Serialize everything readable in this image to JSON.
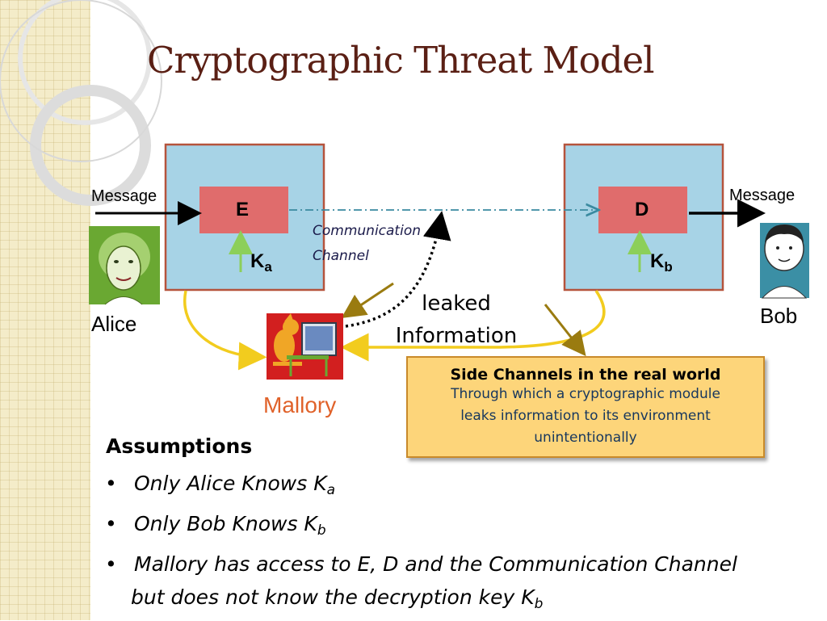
{
  "title": "Cryptographic Threat Model",
  "diagram": {
    "encrypt_box": "E",
    "decrypt_box": "D",
    "message_in": "Message",
    "message_out": "Message",
    "key_a": {
      "base": "K",
      "sub": "a"
    },
    "key_b": {
      "base": "K",
      "sub": "b"
    },
    "channel": [
      "Communication",
      "Channel"
    ],
    "alice": "Alice",
    "bob": "Bob",
    "mallory": "Mallory",
    "leaked": [
      "leaked",
      "Information"
    ]
  },
  "side_channels": {
    "title": "Side Channels in the real world",
    "lines": [
      "Through which a cryptographic module",
      "leaks information to its environment",
      "unintentionally"
    ]
  },
  "assumptions": {
    "heading": "Assumptions",
    "bullet": "•",
    "items": [
      {
        "text": "Only Alice Knows K",
        "sub": "a"
      },
      {
        "text": "Only Bob Knows K",
        "sub": "b"
      },
      {
        "text": "Mallory has access to E, D and  the Communication Channel",
        "cont": "but  does not know the decryption key K",
        "sub": "b"
      }
    ]
  },
  "colors": {
    "title": "#5a1f14",
    "module_box": "#a7d3e6",
    "module_border": "#b5533c",
    "cipher_box": "#e06c6c",
    "leak_arrow": "#f2cc1e",
    "key_arrow": "#8ccf5a",
    "pointer_arrow": "#9a7b10",
    "mallory_label": "#e0622a",
    "channel_line": "#3a8aa0"
  }
}
